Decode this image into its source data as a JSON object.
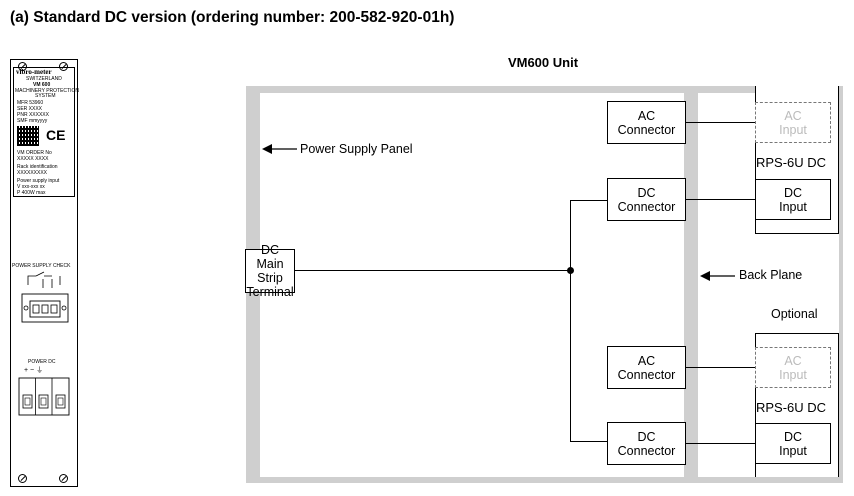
{
  "title": "(a) Standard DC version (ordering number: 200-582-920-01h)",
  "unit_title": "VM600 Unit",
  "module": {
    "brand": "vibro-meter",
    "country": "SWITZERLAND",
    "model": "VM 600",
    "desc_line1": "MACHINERY PROTECTION",
    "desc_line2": "SYSTEM",
    "mfr": "MFR   53960",
    "ser": "SER   XXXX",
    "pnr": "PNR   XXXXXX",
    "smf": "SMF   mmyyyy",
    "ce": "CE",
    "order_no": "VM ORDER No",
    "order_val": "XXXXX XXXX",
    "rack_id": "Rack identification",
    "rack_val": "XXXXXXXXX",
    "psi": "Power supply input",
    "psi_v": "V   xxx-xxx xx",
    "psi_p": "P   400W max",
    "power_check": "POWER SUPPLY CHECK",
    "power_dc": "POWER DC",
    "terminals": "+  −  ⏚"
  },
  "labels": {
    "power_supply_panel": "Power Supply Panel",
    "back_plane": "Back Plane",
    "optional": "Optional"
  },
  "boxes": {
    "dc_main": "DC Main\nStrip\nTerminal",
    "ac_connector_1": "AC\nConnector",
    "dc_connector_1": "DC\nConnector",
    "ac_connector_2": "AC\nConnector",
    "dc_connector_2": "DC\nConnector",
    "ac_input_1": "AC\nInput",
    "dc_input_1": "DC\nInput",
    "ac_input_2": "AC\nInput",
    "dc_input_2": "DC\nInput",
    "rps_1": "RPS-6U DC",
    "rps_2": "RPS-6U DC"
  }
}
